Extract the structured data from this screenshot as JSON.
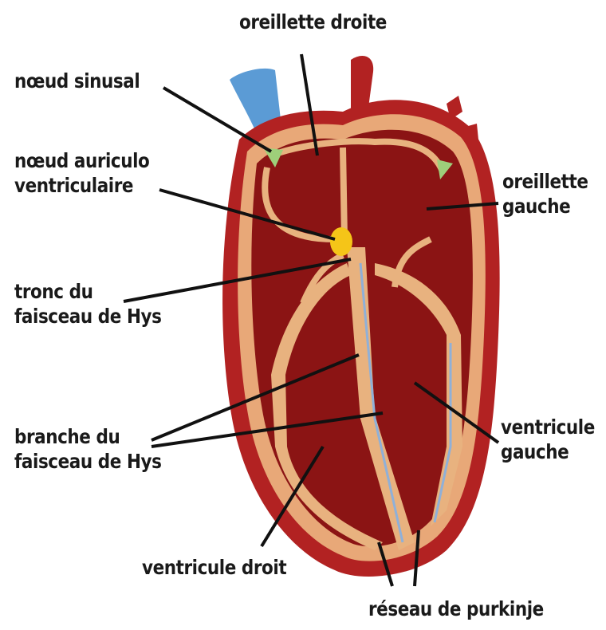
{
  "labels": {
    "oreillette_droite": "oreillette droite",
    "noeud_sinusal": "nœud sinusal",
    "noeud_auriculo_line1": "nœud auriculo",
    "noeud_auriculo_line2": "ventriculaire",
    "oreillette_gauche_line1": "oreillette",
    "oreillette_gauche_line2": "gauche",
    "tronc_line1": "tronc du",
    "tronc_line2": "faisceau de Hys",
    "branche_line1": "branche du",
    "branche_line2": "faisceau de Hys",
    "ventricule_gauche_line1": "ventricule",
    "ventricule_gauche_line2": "gauche",
    "ventricule_droit": "ventricule droit",
    "reseau_purkinje": "réseau de purkinje"
  },
  "colors": {
    "myocardium": "#8b1414",
    "outer_wall": "#b22222",
    "conduction_path": "#e8b27f",
    "vessel_blue": "#5b9bd5",
    "node_yellow": "#f5c518",
    "node_green": "#9ecf7a",
    "leader_line": "#111111"
  }
}
